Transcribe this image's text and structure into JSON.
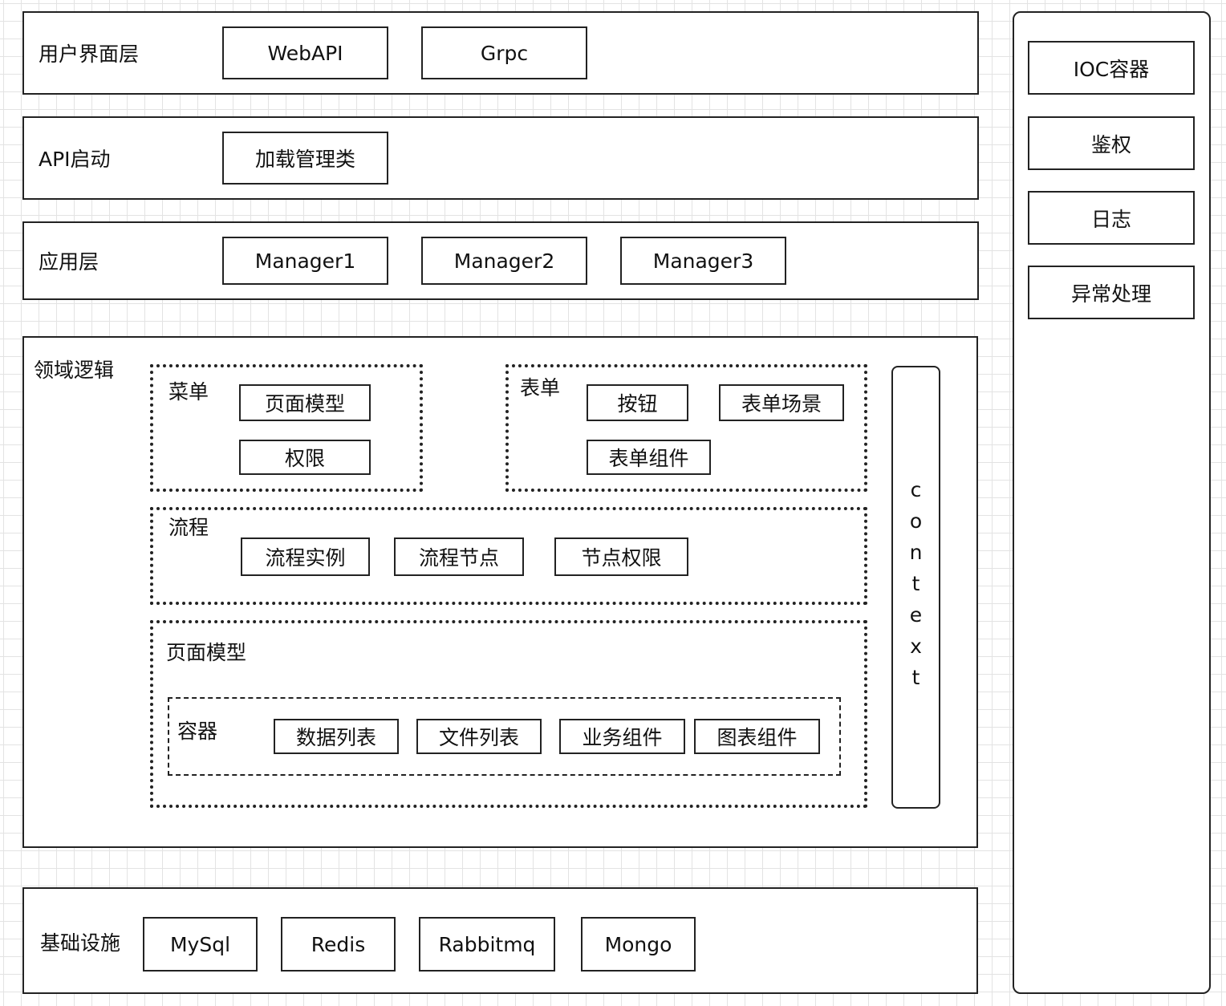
{
  "layers": {
    "ui": {
      "label": "用户界面层",
      "items": [
        "WebAPI",
        "Grpc"
      ]
    },
    "api": {
      "label": "API启动",
      "items": [
        "加载管理类"
      ]
    },
    "app": {
      "label": "应用层",
      "items": [
        "Manager1",
        "Manager2",
        "Manager3"
      ]
    },
    "domain": {
      "label": "领域逻辑",
      "menu": {
        "label": "菜单",
        "items": [
          "页面模型",
          "权限"
        ]
      },
      "form": {
        "label": "表单",
        "items": [
          "按钮",
          "表单场景",
          "表单组件"
        ]
      },
      "flow": {
        "label": "流程",
        "items": [
          "流程实例",
          "流程节点",
          "节点权限"
        ]
      },
      "page_model": {
        "label": "页面模型",
        "container": {
          "label": "容器",
          "items": [
            "数据列表",
            "文件列表",
            "业务组件",
            "图表组件"
          ]
        }
      },
      "context": "context"
    },
    "infra": {
      "label": "基础设施",
      "items": [
        "MySql",
        "Redis",
        "Rabbitmq",
        "Mongo"
      ]
    }
  },
  "sidebar": {
    "items": [
      "IOC容器",
      "鉴权",
      "日志",
      "异常处理"
    ]
  }
}
